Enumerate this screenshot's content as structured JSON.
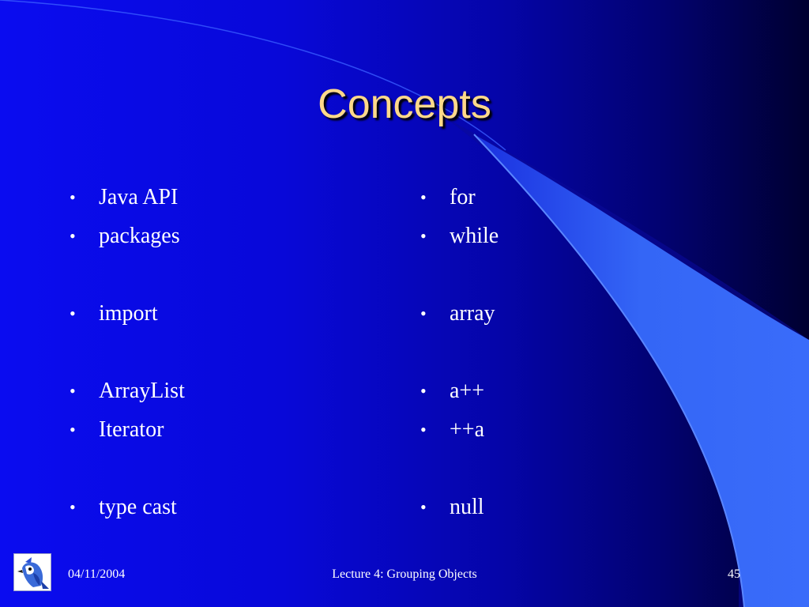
{
  "slide": {
    "title": "Concepts",
    "left_column": [
      "Java API",
      "packages",
      "",
      "import",
      "",
      "ArrayList",
      "Iterator",
      "",
      "type cast"
    ],
    "right_column": [
      "for",
      "while",
      "",
      "array",
      "",
      "a++",
      "++a",
      "",
      "null"
    ],
    "bullet_glyph": "•"
  },
  "footer": {
    "date": "04/11/2004",
    "center": "Lecture 4: Grouping Objects",
    "page_number": "45"
  },
  "colors": {
    "title": "#ffd98a",
    "swoosh": "#3060f8",
    "text": "#ffffff"
  },
  "icons": {
    "logo": "bluej-bird-icon"
  }
}
